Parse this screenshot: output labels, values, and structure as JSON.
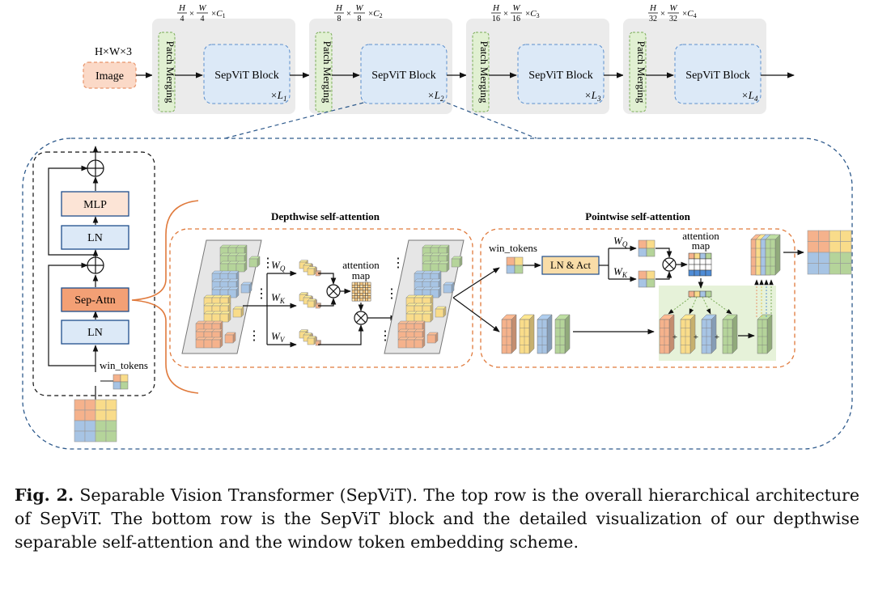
{
  "top": {
    "input_dims": "H×W×3",
    "image_label": "Image",
    "patch_merging_label": "Patch Merging",
    "block_label": "SepViT Block",
    "stages": [
      {
        "den": "4",
        "c": "C",
        "csub": "1",
        "l": "L",
        "lsub": "1"
      },
      {
        "den": "8",
        "c": "C",
        "csub": "2",
        "l": "L",
        "lsub": "2"
      },
      {
        "den": "16",
        "c": "C",
        "csub": "3",
        "l": "L",
        "lsub": "3"
      },
      {
        "den": "32",
        "c": "C",
        "csub": "4",
        "l": "L",
        "lsub": "4"
      }
    ],
    "frac_num_h": "H",
    "frac_num_w": "W",
    "times": "×"
  },
  "block": {
    "mlp": "MLP",
    "ln_top": "LN",
    "sep_attn": "Sep-Attn",
    "ln_bottom": "LN",
    "win_tokens": "win_tokens"
  },
  "depthwise": {
    "title": "Depthwise self-attention",
    "wq": "W",
    "wq_sub": "Q",
    "wk": "W",
    "wk_sub": "K",
    "wv": "W",
    "wv_sub": "V",
    "attention": "attention",
    "map": "map"
  },
  "pointwise": {
    "title": "Pointwise self-attention",
    "win_tokens": "win_tokens",
    "ln_act": "LN & Act",
    "wq": "W",
    "wq_sub": "Q",
    "wk": "W",
    "wk_sub": "K",
    "attention": "attention",
    "map": "map"
  },
  "caption": {
    "label": "Fig. 2.",
    "text": "Separable Vision Transformer (SepViT). The top row is the overall hierarchical architecture of SepViT. The bottom row is the SepViT block and the detailed visualization of our depthwise separable self-attention and the window token embedding scheme."
  },
  "colors": {
    "orange": "#f5b28c",
    "blue": "#a7c4e4",
    "yellow": "#f9dc8a",
    "green": "#b5d49a",
    "image_fill": "#fbd9c7",
    "stage_bg": "#ebebeb",
    "block_fill": "#dce9f7",
    "patch_fill": "#e1f0d2",
    "sep_attn_fill": "#f3a075",
    "mlp_fill": "#fce4d6",
    "ln_fill": "#dce9f7",
    "ln_act_fill": "#f9dda8",
    "pointwise_bg": "#e6f2d9"
  }
}
